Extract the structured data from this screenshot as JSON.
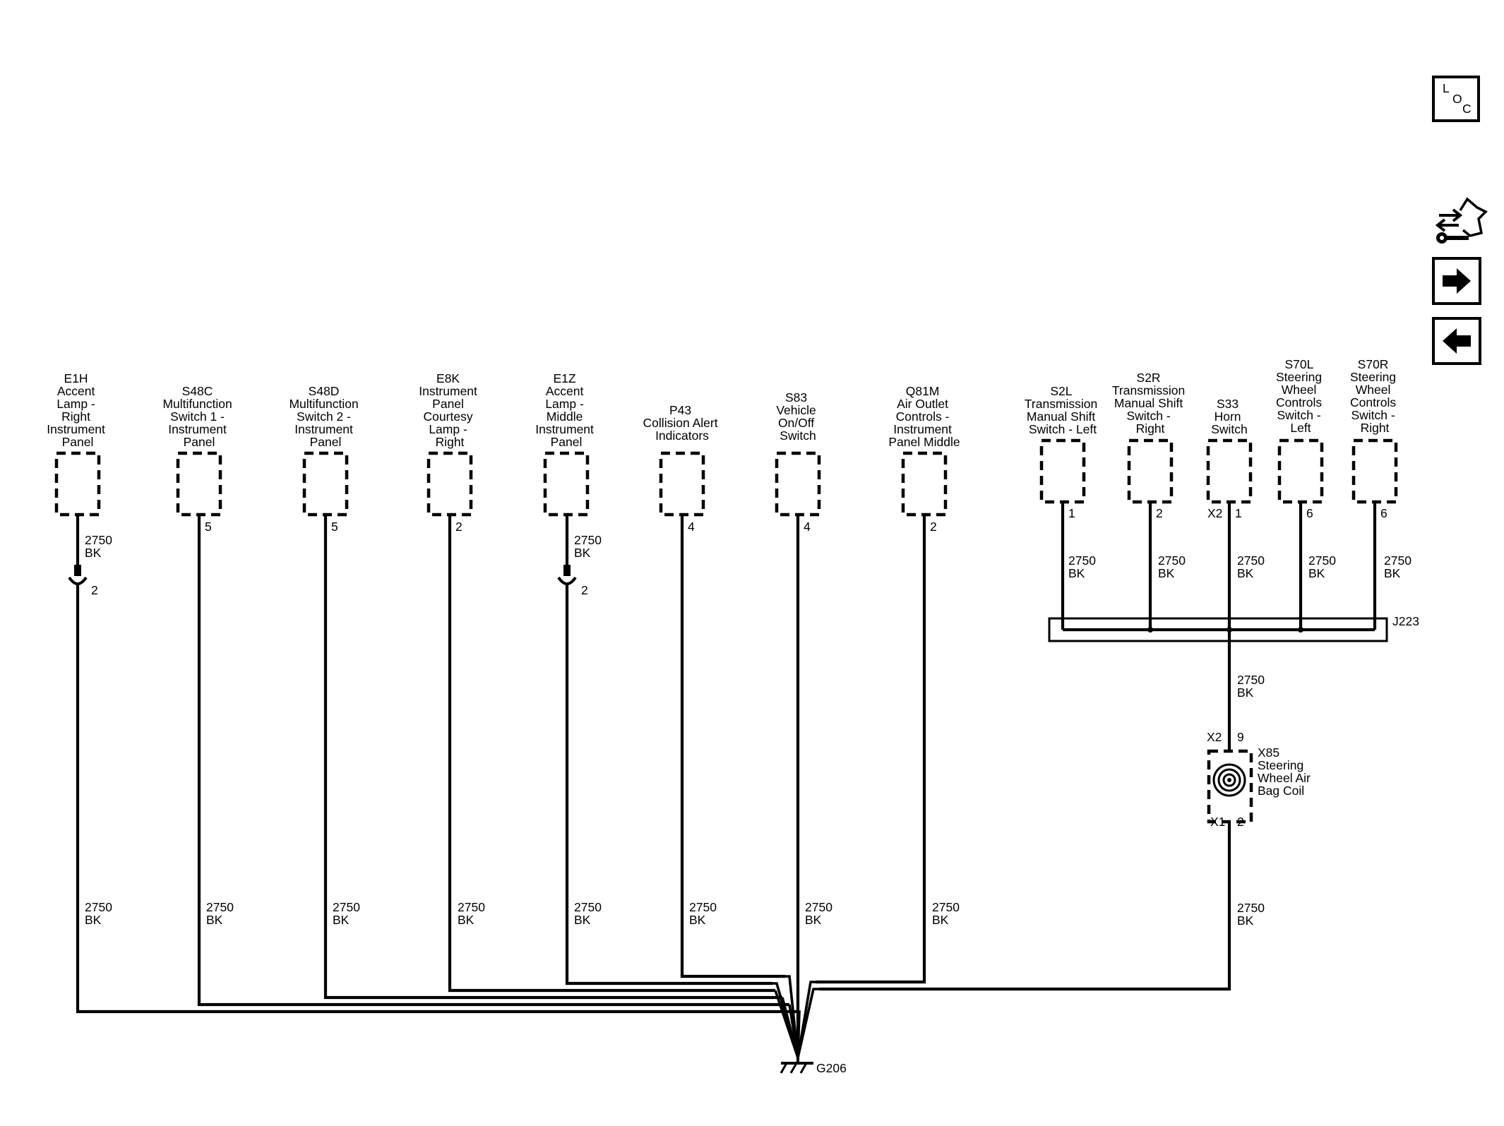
{
  "components": [
    {
      "id": "E1H",
      "name": [
        "Accent",
        "Lamp -",
        "Right",
        "Instrument",
        "Panel"
      ],
      "pin": "",
      "wire": {
        "circuit": "2750",
        "color": "BK"
      },
      "connector_pin": "2"
    },
    {
      "id": "S48C",
      "name": [
        "Multifunction",
        "Switch 1 -",
        "Instrument",
        "Panel"
      ],
      "pin": "5"
    },
    {
      "id": "S48D",
      "name": [
        "Multifunction",
        "Switch 2 -",
        "Instrument",
        "Panel"
      ],
      "pin": "5"
    },
    {
      "id": "E8K",
      "name": [
        "Instrument",
        "Panel",
        "Courtesy",
        "Lamp -",
        "Right"
      ],
      "pin": "2"
    },
    {
      "id": "E1Z",
      "name": [
        "Accent",
        "Lamp -",
        "Middle",
        "Instrument",
        "Panel"
      ],
      "pin": "",
      "wire": {
        "circuit": "2750",
        "color": "BK"
      },
      "connector_pin": "2"
    },
    {
      "id": "P43",
      "name": [
        "Collision Alert",
        "Indicators"
      ],
      "pin": "4"
    },
    {
      "id": "S83",
      "name": [
        "Vehicle",
        "On/Off",
        "Switch"
      ],
      "pin": "4"
    },
    {
      "id": "Q81M",
      "name": [
        "Air Outlet",
        "Controls -",
        "Instrument",
        "Panel Middle"
      ],
      "pin": "2"
    },
    {
      "id": "S2L",
      "name": [
        "Transmission",
        "Manual Shift",
        "Switch - Left"
      ],
      "pin": "1",
      "wire": {
        "circuit": "2750",
        "color": "BK"
      }
    },
    {
      "id": "S2R",
      "name": [
        "Transmission",
        "Manual Shift",
        "Switch -",
        "Right"
      ],
      "pin": "2",
      "wire": {
        "circuit": "2750",
        "color": "BK"
      }
    },
    {
      "id": "S33",
      "name": [
        "Horn",
        "Switch"
      ],
      "pin": "1",
      "connector": "X2",
      "wire": {
        "circuit": "2750",
        "color": "BK"
      }
    },
    {
      "id": "S70L",
      "name": [
        "Steering",
        "Wheel",
        "Controls",
        "Switch -",
        "Left"
      ],
      "pin": "6",
      "wire": {
        "circuit": "2750",
        "color": "BK"
      }
    },
    {
      "id": "S70R",
      "name": [
        "Steering",
        "Wheel",
        "Controls",
        "Switch -",
        "Right"
      ],
      "pin": "6",
      "wire": {
        "circuit": "2750",
        "color": "BK"
      }
    }
  ],
  "lower_wires": [
    {
      "circuit": "2750",
      "color": "BK"
    },
    {
      "circuit": "2750",
      "color": "BK"
    },
    {
      "circuit": "2750",
      "color": "BK"
    },
    {
      "circuit": "2750",
      "color": "BK"
    },
    {
      "circuit": "2750",
      "color": "BK"
    },
    {
      "circuit": "2750",
      "color": "BK"
    },
    {
      "circuit": "2750",
      "color": "BK"
    },
    {
      "circuit": "2750",
      "color": "BK"
    },
    {
      "circuit": "2750",
      "color": "BK"
    }
  ],
  "splice_block": {
    "id": "J223",
    "output_wire": {
      "circuit": "2750",
      "color": "BK"
    }
  },
  "coil": {
    "id": "X85",
    "name": [
      "Steering",
      "Wheel Air",
      "Bag Coil"
    ],
    "top_connector": "X2",
    "top_pin": "9",
    "bottom_connector": "X1",
    "bottom_pin": "2"
  },
  "ground": {
    "id": "G206"
  },
  "nav_buttons": {
    "loc": {
      "letters": [
        "L",
        "O",
        "C"
      ],
      "icon": "location-icon"
    },
    "service": {
      "icon": "diagnostic-wrench-icon"
    },
    "next": {
      "icon": "arrow-right-icon"
    },
    "prev": {
      "icon": "arrow-left-icon"
    }
  }
}
